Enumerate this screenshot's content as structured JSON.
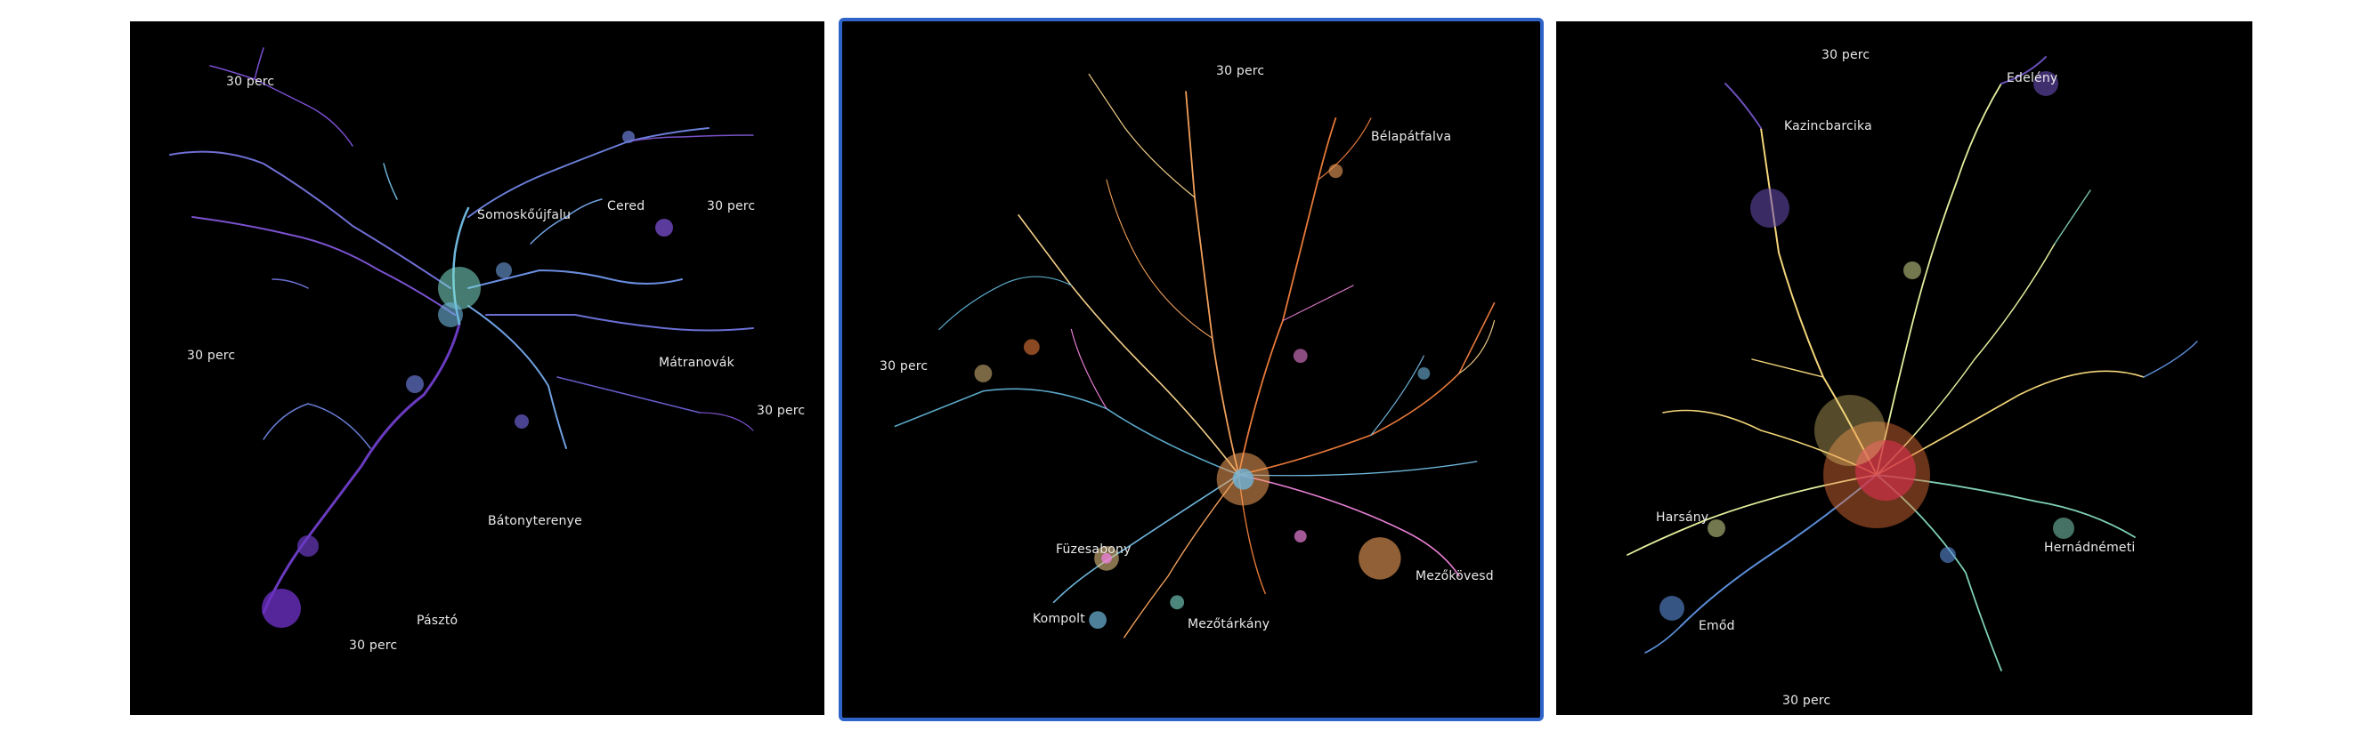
{
  "panels": [
    {
      "id": "panel-1",
      "selected": false,
      "palette": [
        "#5a2bb0",
        "#7b3fc4",
        "#5f7bd6",
        "#6fb6dc",
        "#7fe0d0"
      ],
      "labels": [
        {
          "key": "perc-top",
          "text": "30 perc"
        },
        {
          "key": "somoskoujfalu",
          "text": "Somoskőújfalu"
        },
        {
          "key": "cered",
          "text": "Cered"
        },
        {
          "key": "perc-right-top",
          "text": "30 perc"
        },
        {
          "key": "perc-left",
          "text": "30 perc"
        },
        {
          "key": "matranovak",
          "text": "Mátranovák"
        },
        {
          "key": "perc-right",
          "text": "30 perc"
        },
        {
          "key": "batonyterenye",
          "text": "Bátonyterenye"
        },
        {
          "key": "paszto",
          "text": "Pásztó"
        },
        {
          "key": "perc-bottom",
          "text": "30 perc"
        }
      ]
    },
    {
      "id": "panel-2",
      "selected": true,
      "palette": [
        "#f2a05a",
        "#e87a3a",
        "#6fb6dc",
        "#e77fd4",
        "#f4d08a",
        "#5aa7c8"
      ],
      "labels": [
        {
          "key": "perc-top",
          "text": "30 perc"
        },
        {
          "key": "belapatfalva",
          "text": "Bélapátfalva"
        },
        {
          "key": "perc-left",
          "text": "30 perc"
        },
        {
          "key": "fuzesabony",
          "text": "Füzesabony"
        },
        {
          "key": "mezokovesd",
          "text": "Mezőkövesd"
        },
        {
          "key": "kompolt",
          "text": "Kompolt"
        },
        {
          "key": "mezotarkany",
          "text": "Mezőtárkány"
        }
      ]
    },
    {
      "id": "panel-3",
      "selected": false,
      "palette": [
        "#d0304a",
        "#e8733a",
        "#f3d67a",
        "#e6ef9e",
        "#7fd0b8",
        "#5b8ed8",
        "#6a4fb8"
      ],
      "labels": [
        {
          "key": "perc-top",
          "text": "30 perc"
        },
        {
          "key": "edeleny",
          "text": "Edelény"
        },
        {
          "key": "kazincbarcika",
          "text": "Kazincbarcika"
        },
        {
          "key": "harsany",
          "text": "Harsány"
        },
        {
          "key": "hernadnemeti",
          "text": "Hernádnémeti"
        },
        {
          "key": "emod",
          "text": "Emőd"
        },
        {
          "key": "perc-bottom",
          "text": "30 perc"
        }
      ]
    }
  ]
}
